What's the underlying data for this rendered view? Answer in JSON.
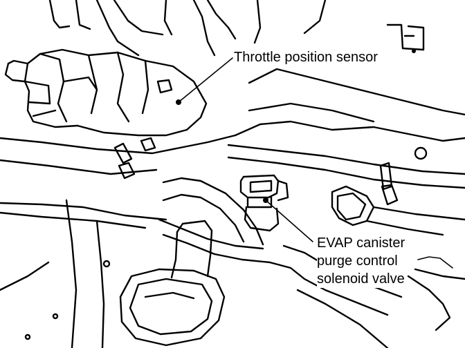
{
  "callouts": {
    "throttle_position_sensor": "Throttle position sensor",
    "evap_line1": "EVAP canister",
    "evap_line2": "purge control",
    "evap_line3": "solenoid valve"
  }
}
